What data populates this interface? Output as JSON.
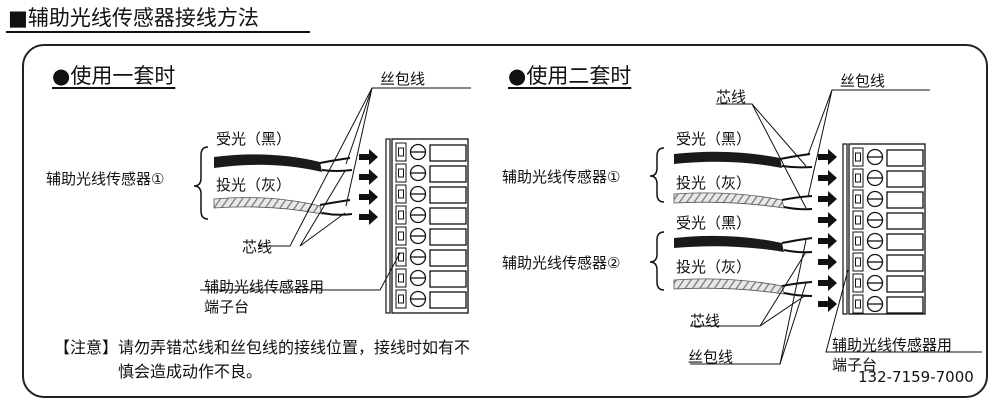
{
  "header": {
    "title": "■辅助光线传感器接线方法"
  },
  "one_set": {
    "title": "●使用一套时",
    "sensor_label": "辅助光线传感器①",
    "receive_label": "受光（黑）",
    "emit_label": "投光（灰）",
    "shield_wire_label": "丝包线",
    "core_wire_label": "芯线",
    "terminal_label_line1": "辅助光线传感器用",
    "terminal_label_line2": "端子台",
    "note_line1": "【注意】请勿弄错芯线和丝包线的接线位置，接线时如有不",
    "note_line2": "慎会造成动作不良。"
  },
  "two_sets": {
    "title": "●使用二套时",
    "core_wire_label_top": "芯线",
    "shield_wire_label_top": "丝包线",
    "sensor1_label": "辅助光线传感器①",
    "sensor1_receive": "受光（黑）",
    "sensor1_emit": "投光（灰）",
    "sensor2_receive": "受光（黑）",
    "sensor2_label": "辅助光线传感器②",
    "sensor2_emit": "投光（灰）",
    "core_wire_label_bottom": "芯线",
    "shield_wire_label_bottom": "丝包线",
    "terminal_label_line1": "辅助光线传感器用",
    "terminal_label_line2": "端子台"
  },
  "footer": {
    "phone": "132-7159-7000"
  },
  "colors": {
    "line": "#111111",
    "cable_black": "#1a1a1a",
    "cable_gray_stripe": "#9a9a9a"
  }
}
